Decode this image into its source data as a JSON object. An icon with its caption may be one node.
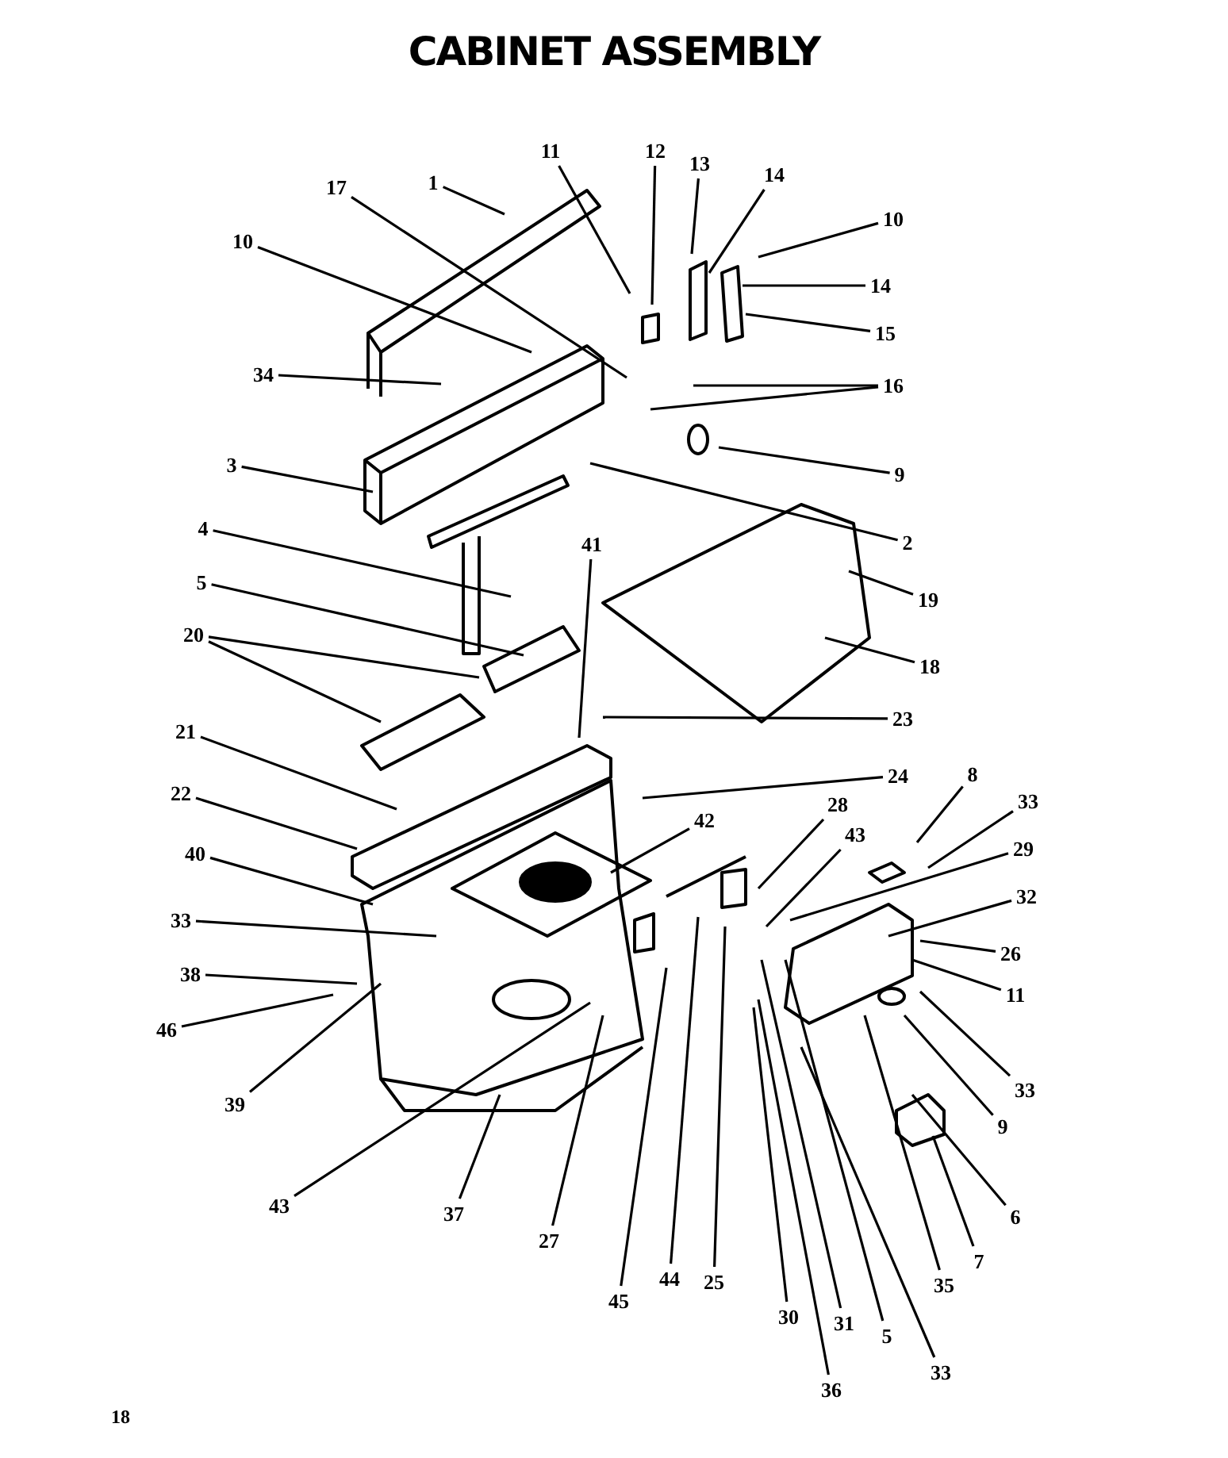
{
  "diagram": {
    "title": "CABINET ASSEMBLY",
    "nodes": [
      {
        "text": [
          "1"
        ]
      },
      {
        "text": [
          "11"
        ]
      },
      {
        "text": [
          "17"
        ]
      },
      {
        "text": [
          "12"
        ]
      },
      {
        "text": [
          "13"
        ]
      },
      {
        "text": [
          "14"
        ]
      },
      {
        "text": [
          "10"
        ]
      },
      {
        "text": [
          "14"
        ]
      },
      {
        "text": [
          "15"
        ]
      },
      {
        "text": [
          "10"
        ]
      },
      {
        "text": [
          "34"
        ]
      },
      {
        "text": [
          "16"
        ]
      },
      {
        "text": [
          "9"
        ]
      },
      {
        "text": [
          "3"
        ]
      },
      {
        "text": [
          "2"
        ]
      },
      {
        "text": [
          "4"
        ]
      },
      {
        "text": [
          "5"
        ]
      },
      {
        "text": [
          "41"
        ]
      },
      {
        "text": [
          "20"
        ]
      },
      {
        "text": [
          "19"
        ]
      },
      {
        "text": [
          "18"
        ]
      },
      {
        "text": [
          "23"
        ]
      },
      {
        "text": [
          "21"
        ]
      },
      {
        "text": [
          "24"
        ]
      },
      {
        "text": [
          "22"
        ]
      },
      {
        "text": [
          "8"
        ]
      },
      {
        "text": [
          "33"
        ]
      },
      {
        "text": [
          "42"
        ]
      },
      {
        "text": [
          "28"
        ]
      },
      {
        "text": [
          "43"
        ]
      },
      {
        "text": [
          "29"
        ]
      },
      {
        "text": [
          "40"
        ]
      },
      {
        "text": [
          "33"
        ]
      },
      {
        "text": [
          "32"
        ]
      },
      {
        "text": [
          "26"
        ]
      },
      {
        "text": [
          "38"
        ]
      },
      {
        "text": [
          "11"
        ]
      },
      {
        "text": [
          "46"
        ]
      },
      {
        "text": [
          "39"
        ]
      },
      {
        "text": [
          "33"
        ]
      },
      {
        "text": [
          "9"
        ]
      },
      {
        "text": [
          "43"
        ]
      },
      {
        "text": [
          "37"
        ]
      },
      {
        "text": [
          "6"
        ]
      },
      {
        "text": [
          "27"
        ]
      },
      {
        "text": [
          "45"
        ]
      },
      {
        "text": [
          "44"
        ]
      },
      {
        "text": [
          "7"
        ]
      },
      {
        "text": [
          "25"
        ]
      },
      {
        "text": [
          "35"
        ]
      },
      {
        "text": [
          "30"
        ]
      },
      {
        "text": [
          "31"
        ]
      },
      {
        "text": [
          "5"
        ]
      },
      {
        "text": [
          "33"
        ]
      },
      {
        "text": [
          "36"
        ]
      }
    ],
    "edges": [
      {
        "from": 0,
        "to": null,
        "arrow": "none"
      },
      {
        "from": 1,
        "to": null,
        "arrow": "none"
      },
      {
        "from": 2,
        "to": null,
        "arrow": "none"
      },
      {
        "from": 3,
        "to": null,
        "arrow": "none"
      },
      {
        "from": 4,
        "to": null,
        "arrow": "none"
      },
      {
        "from": 5,
        "to": null,
        "arrow": "none"
      },
      {
        "from": 6,
        "to": null,
        "arrow": "none"
      },
      {
        "from": 7,
        "to": null,
        "arrow": "none"
      },
      {
        "from": 8,
        "to": null,
        "arrow": "none"
      },
      {
        "from": 9,
        "to": null,
        "arrow": "none"
      },
      {
        "from": 10,
        "to": null,
        "arrow": "none"
      },
      {
        "from": 11,
        "to": null,
        "arrow": "none"
      },
      {
        "from": 11,
        "to": null,
        "arrow": "none"
      },
      {
        "from": 12,
        "to": null,
        "arrow": "none"
      },
      {
        "from": 13,
        "to": null,
        "arrow": "none"
      },
      {
        "from": 14,
        "to": null,
        "arrow": "none"
      },
      {
        "from": 15,
        "to": null,
        "arrow": "none"
      },
      {
        "from": 16,
        "to": null,
        "arrow": "none"
      },
      {
        "from": 17,
        "to": null,
        "arrow": "none"
      },
      {
        "from": 18,
        "to": null,
        "arrow": "none"
      },
      {
        "from": 18,
        "to": null,
        "arrow": "none"
      },
      {
        "from": 19,
        "to": null,
        "arrow": "none"
      },
      {
        "from": 20,
        "to": null,
        "arrow": "none"
      },
      {
        "from": 21,
        "to": null,
        "arrow": "none"
      },
      {
        "from": 22,
        "to": null,
        "arrow": "none"
      },
      {
        "from": 23,
        "to": null,
        "arrow": "none"
      },
      {
        "from": 24,
        "to": null,
        "arrow": "none"
      },
      {
        "from": 25,
        "to": null,
        "arrow": "none"
      },
      {
        "from": 26,
        "to": null,
        "arrow": "none"
      },
      {
        "from": 27,
        "to": null,
        "arrow": "none"
      },
      {
        "from": 28,
        "to": null,
        "arrow": "none"
      },
      {
        "from": 29,
        "to": null,
        "arrow": "none"
      },
      {
        "from": 30,
        "to": null,
        "arrow": "none"
      },
      {
        "from": 31,
        "to": null,
        "arrow": "none"
      },
      {
        "from": 32,
        "to": null,
        "arrow": "none"
      },
      {
        "from": 33,
        "to": null,
        "arrow": "none"
      },
      {
        "from": 34,
        "to": null,
        "arrow": "none"
      },
      {
        "from": 35,
        "to": null,
        "arrow": "none"
      },
      {
        "from": 36,
        "to": null,
        "arrow": "none"
      },
      {
        "from": 37,
        "to": null,
        "arrow": "none"
      },
      {
        "from": 38,
        "to": null,
        "arrow": "none"
      },
      {
        "from": 39,
        "to": null,
        "arrow": "none"
      },
      {
        "from": 40,
        "to": null,
        "arrow": "none"
      },
      {
        "from": 41,
        "to": null,
        "arrow": "none"
      },
      {
        "from": 42,
        "to": null,
        "arrow": "none"
      },
      {
        "from": 43,
        "to": null,
        "arrow": "none"
      },
      {
        "from": 44,
        "to": null,
        "arrow": "none"
      },
      {
        "from": 45,
        "to": null,
        "arrow": "none"
      },
      {
        "from": 46,
        "to": null,
        "arrow": "none"
      },
      {
        "from": 47,
        "to": null,
        "arrow": "none"
      },
      {
        "from": 48,
        "to": null,
        "arrow": "none"
      },
      {
        "from": 49,
        "to": null,
        "arrow": "none"
      },
      {
        "from": 50,
        "to": null,
        "arrow": "none"
      },
      {
        "from": 51,
        "to": null,
        "arrow": "none"
      },
      {
        "from": 52,
        "to": null,
        "arrow": "none"
      },
      {
        "from": 53,
        "to": null,
        "arrow": "none"
      },
      {
        "from": 54,
        "to": null,
        "arrow": "none"
      }
    ],
    "labels": [
      "18"
    ]
  }
}
